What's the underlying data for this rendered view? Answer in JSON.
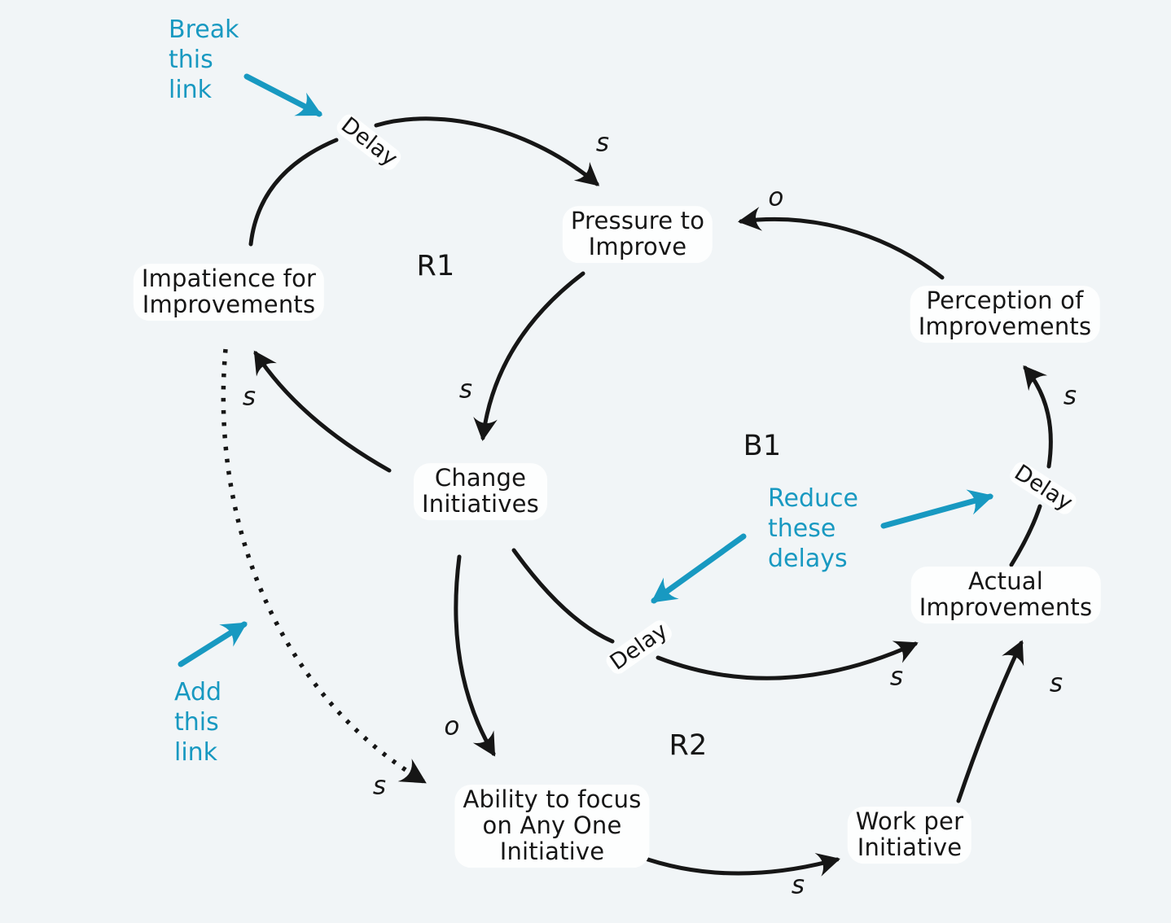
{
  "diagram": {
    "kind": "causal-loop-diagram",
    "background": "#f1f5f7",
    "ink_color": "#161616",
    "accent_color": "#1899c1"
  },
  "nodes": {
    "pressure_to_improve": "Pressure to\nImprove",
    "impatience_for_improvements": "Impatience for\nImprovements",
    "perception_of_improvements": "Perception of\nImprovements",
    "change_initiatives": "Change\nInitiatives",
    "actual_improvements": "Actual\nImprovements",
    "ability_to_focus": "Ability to focus\non Any One\nInitiative",
    "work_per_initiative": "Work per\nInitiative"
  },
  "loop_labels": {
    "r1": "R1",
    "b1": "B1",
    "r2": "R2"
  },
  "link_labels": {
    "delay": "Delay",
    "s": "s",
    "o": "o"
  },
  "annotations": {
    "break_this_link": "Break\nthis\nlink",
    "add_this_link": "Add\nthis\nlink",
    "reduce_these_delays": "Reduce\nthese\ndelays"
  }
}
